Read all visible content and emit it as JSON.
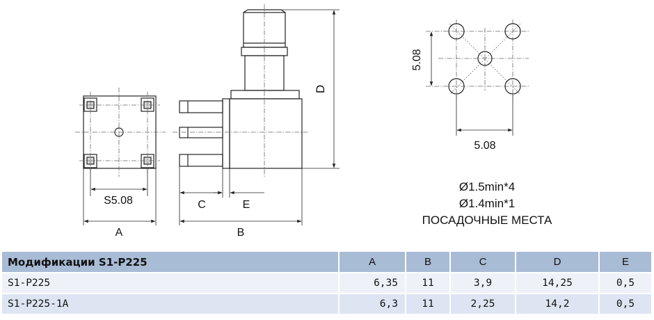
{
  "drawing": {
    "labels": {
      "dim_a": "A",
      "dim_b": "B",
      "dim_c": "C",
      "dim_d": "D",
      "dim_e": "E",
      "pitch_front": "S5.08",
      "pitch_vertical": "5.08",
      "pitch_horizontal": "5.08"
    },
    "notes": {
      "hole_1": "Ø1.5min*4",
      "hole_2": "Ø1.4min*1",
      "caption": "ПОСАДОЧНЫЕ МЕСТА"
    }
  },
  "table": {
    "headers": [
      "Модификации S1-P225",
      "A",
      "B",
      "C",
      "D",
      "E"
    ],
    "rows": [
      [
        "S1-P225",
        "6,35",
        "11",
        "3,9",
        "14,25",
        "0,5"
      ],
      [
        "S1-P225-1A",
        "6,3",
        "11",
        "2,25",
        "14,2",
        "0,5"
      ]
    ]
  }
}
